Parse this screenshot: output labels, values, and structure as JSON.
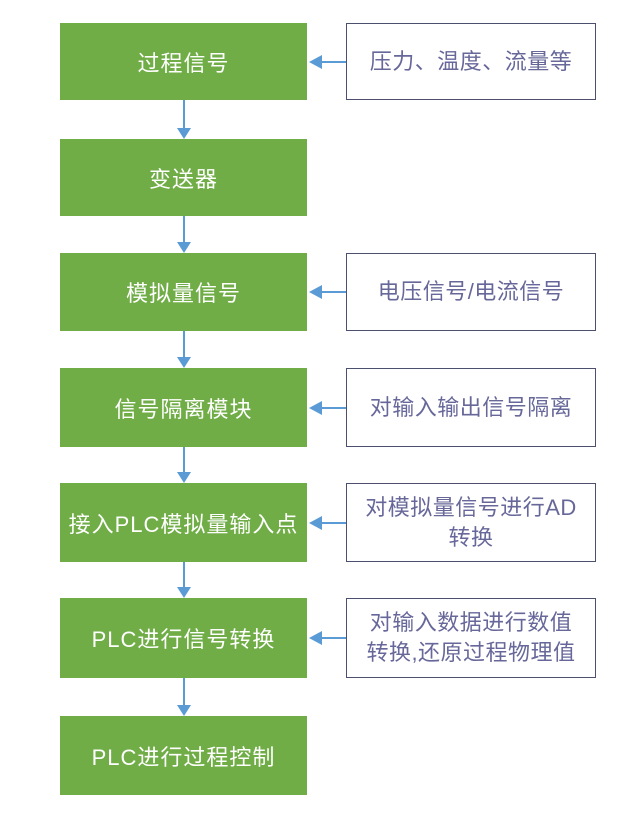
{
  "diagram": {
    "type": "flowchart",
    "direction": "top-down",
    "colors": {
      "box_fill": "#70AD47",
      "box_text": "#FFFFFF",
      "note_border": "#4D4F6E",
      "note_text": "#67679A",
      "arrow": "#5B9BD5"
    },
    "steps": [
      {
        "label": "过程信号",
        "note": "压力、温度、流量等"
      },
      {
        "label": "变送器",
        "note": ""
      },
      {
        "label": "模拟量信号",
        "note": "电压信号/电流信号"
      },
      {
        "label": "信号隔离模块",
        "note": "对输入输出信号隔离"
      },
      {
        "label": "接入PLC模拟量输入点",
        "note": "对模拟量信号进行AD\n转换"
      },
      {
        "label": "PLC进行信号转换",
        "note": "对输入数据进行数值\n转换,还原过程物理值"
      },
      {
        "label": "PLC进行过程控制",
        "note": ""
      }
    ]
  }
}
